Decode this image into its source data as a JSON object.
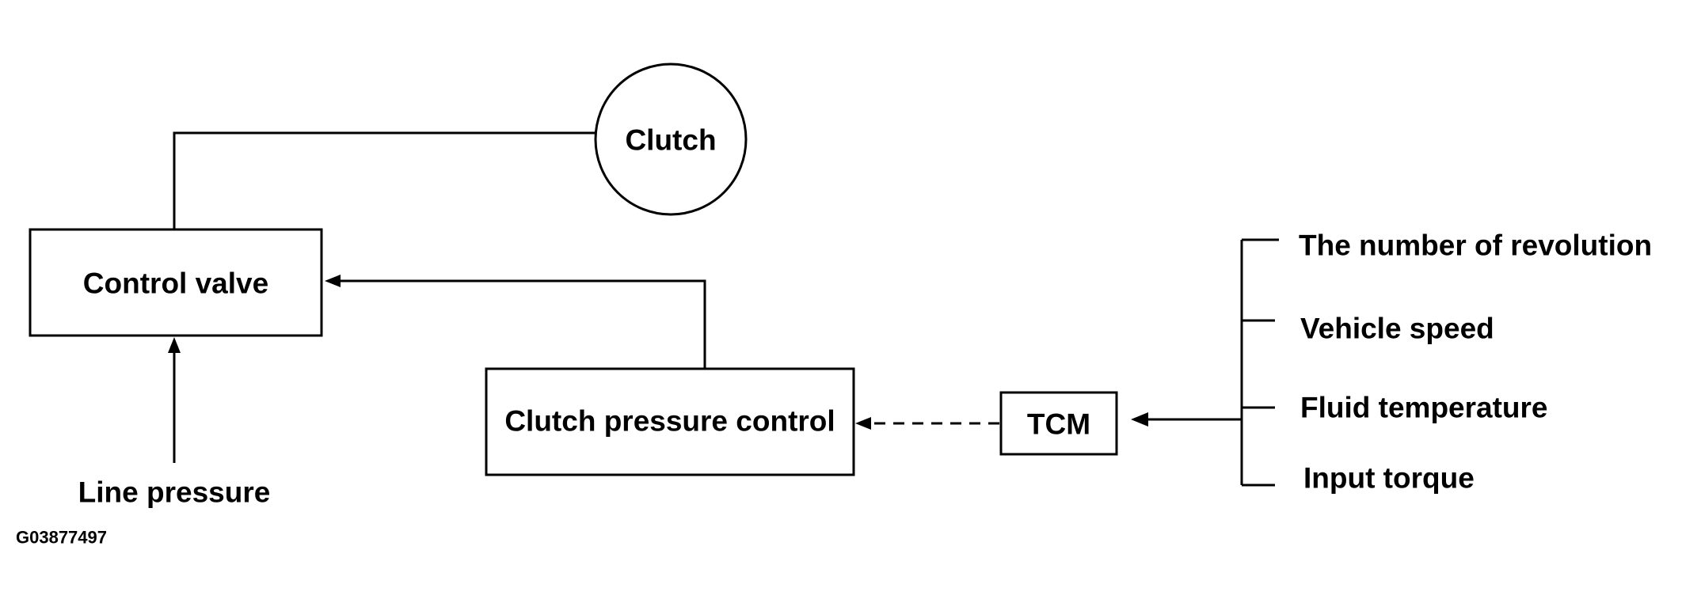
{
  "diagram": {
    "nodes": {
      "clutch": "Clutch",
      "control_valve": "Control valve",
      "clutch_pressure_control": "Clutch pressure control",
      "tcm": "TCM"
    },
    "line_pressure": "Line pressure",
    "inputs": [
      "The number of revolution",
      "Vehicle speed",
      "Fluid temperature",
      "Input torque"
    ],
    "code": "G03877497"
  },
  "colors": {
    "line": "#000000",
    "background": "#ffffff"
  }
}
